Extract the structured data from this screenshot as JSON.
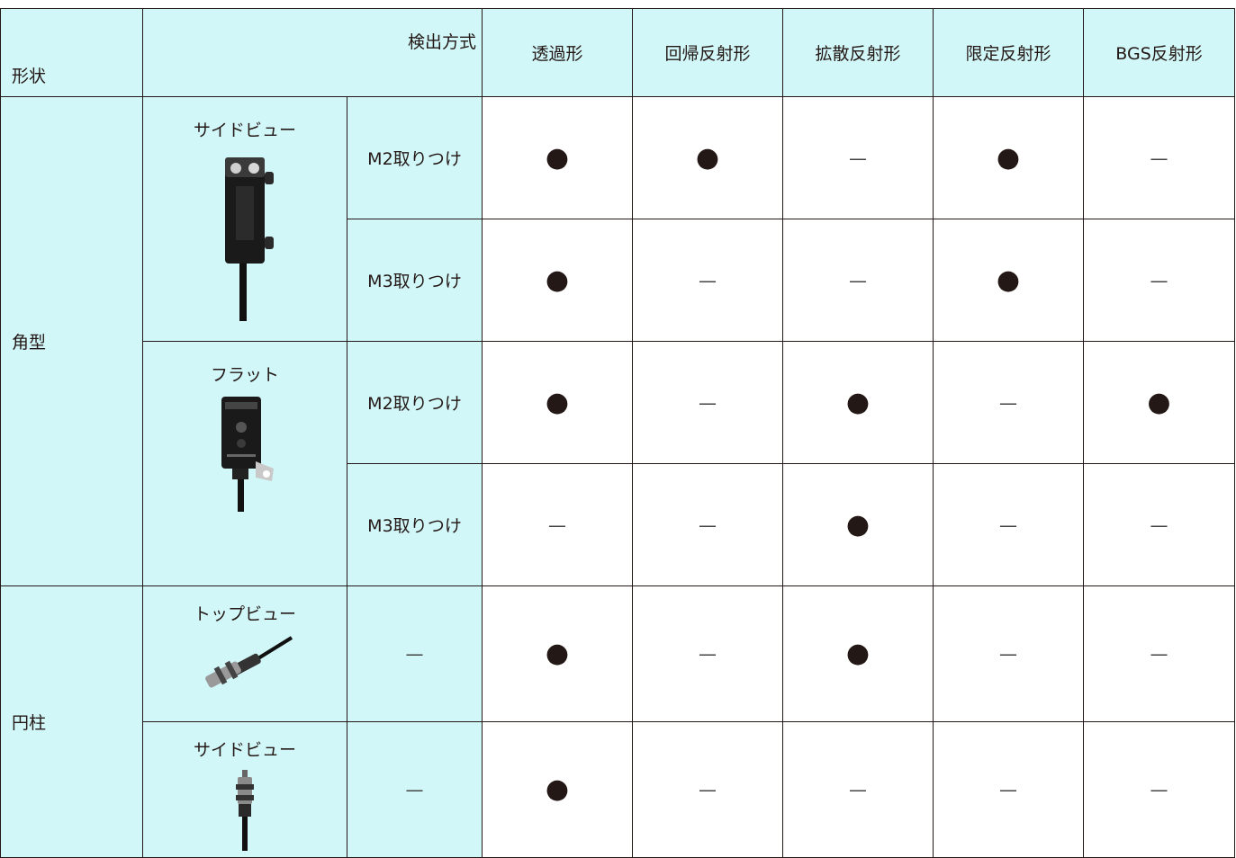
{
  "header": {
    "shape": "形状",
    "method": "検出方式",
    "columns": [
      "透過形",
      "回帰反射形",
      "拡散反射形",
      "限定反射形",
      "BGS反射形"
    ]
  },
  "groups": {
    "square": "角型",
    "cylinder": "円柱"
  },
  "products": {
    "side_view": "サイドビュー",
    "flat": "フラット",
    "top_view": "トップビュー",
    "cyl_side_view": "サイドビュー"
  },
  "mounts": {
    "m2": "M2取りつけ",
    "m3": "M3取りつけ",
    "none": "—"
  },
  "symbols": {
    "yes": "●",
    "no": "—"
  },
  "rows": [
    {
      "mount": "M2取りつけ",
      "values": [
        "●",
        "●",
        "—",
        "●",
        "—"
      ]
    },
    {
      "mount": "M3取りつけ",
      "values": [
        "●",
        "—",
        "—",
        "●",
        "—"
      ]
    },
    {
      "mount": "M2取りつけ",
      "values": [
        "●",
        "—",
        "●",
        "—",
        "●"
      ]
    },
    {
      "mount": "M3取りつけ",
      "values": [
        "—",
        "—",
        "●",
        "—",
        "—"
      ]
    },
    {
      "mount": "—",
      "values": [
        "●",
        "—",
        "●",
        "—",
        "—"
      ]
    },
    {
      "mount": "—",
      "values": [
        "●",
        "—",
        "—",
        "—",
        "—"
      ]
    }
  ]
}
